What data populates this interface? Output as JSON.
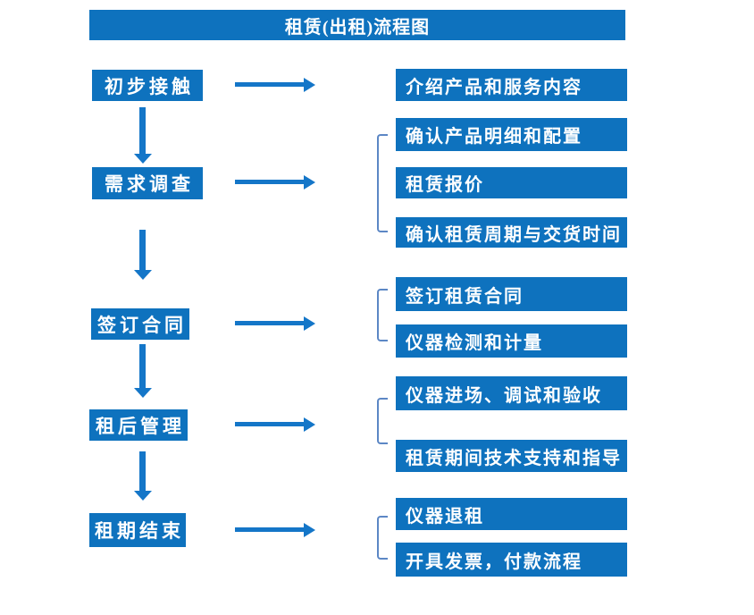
{
  "title": "租赁(出租)流程图",
  "colors": {
    "box": "#0E72BE",
    "arrow": "#1476C8",
    "bracket": "#5C87C5",
    "text": "#FFFFFF",
    "background": "#FFFFFF"
  },
  "stages": [
    {
      "label": "初步接触",
      "details": [
        "介绍产品和服务内容"
      ]
    },
    {
      "label": "需求调查",
      "details": [
        "确认产品明细和配置",
        "租赁报价",
        "确认租赁周期与交货时间"
      ]
    },
    {
      "label": "签订合同",
      "details": [
        "签订租赁合同",
        "仪器检测和计量"
      ]
    },
    {
      "label": "租后管理",
      "details": [
        "仪器进场、调试和验收",
        "租赁期间技术支持和指导"
      ]
    },
    {
      "label": "租期结束",
      "details": [
        "仪器退租",
        "开具发票，付款流程"
      ]
    }
  ]
}
